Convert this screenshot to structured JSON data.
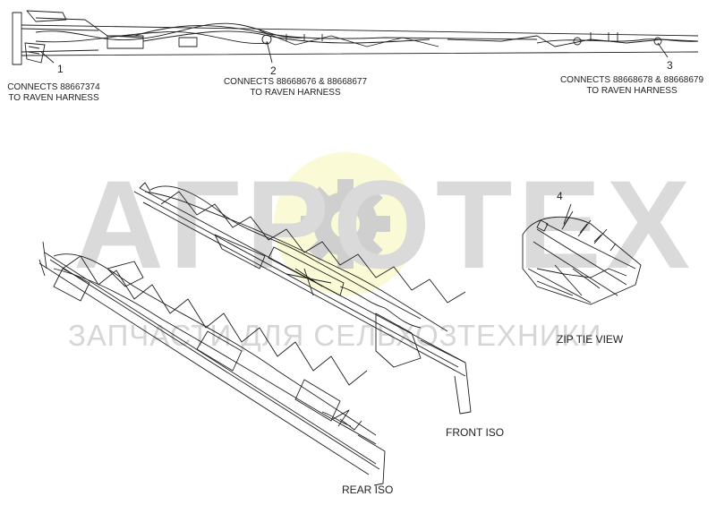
{
  "callouts": [
    {
      "number": "1",
      "line1": "CONNECTS 88667374",
      "line2": "TO RAVEN HARNESS"
    },
    {
      "number": "2",
      "line1": "CONNECTS 88668676 & 88668677",
      "line2": "TO RAVEN HARNESS"
    },
    {
      "number": "3",
      "line1": "CONNECTS 88668678 & 88668679",
      "line2": "TO RAVEN HARNESS"
    },
    {
      "number": "4"
    }
  ],
  "views": {
    "front": "FRONT ISO",
    "rear": "REAR ISO",
    "zip": "ZIP TIE VIEW"
  },
  "watermark": {
    "brand": "AГРОТЕХ",
    "tagline": "ЗАПЧАСТИ ДЛЯ СЕЛЬХОЗТЕХНИКИ",
    "logo_color": "#fafbd8",
    "gear_color": "#d4d4d4"
  }
}
